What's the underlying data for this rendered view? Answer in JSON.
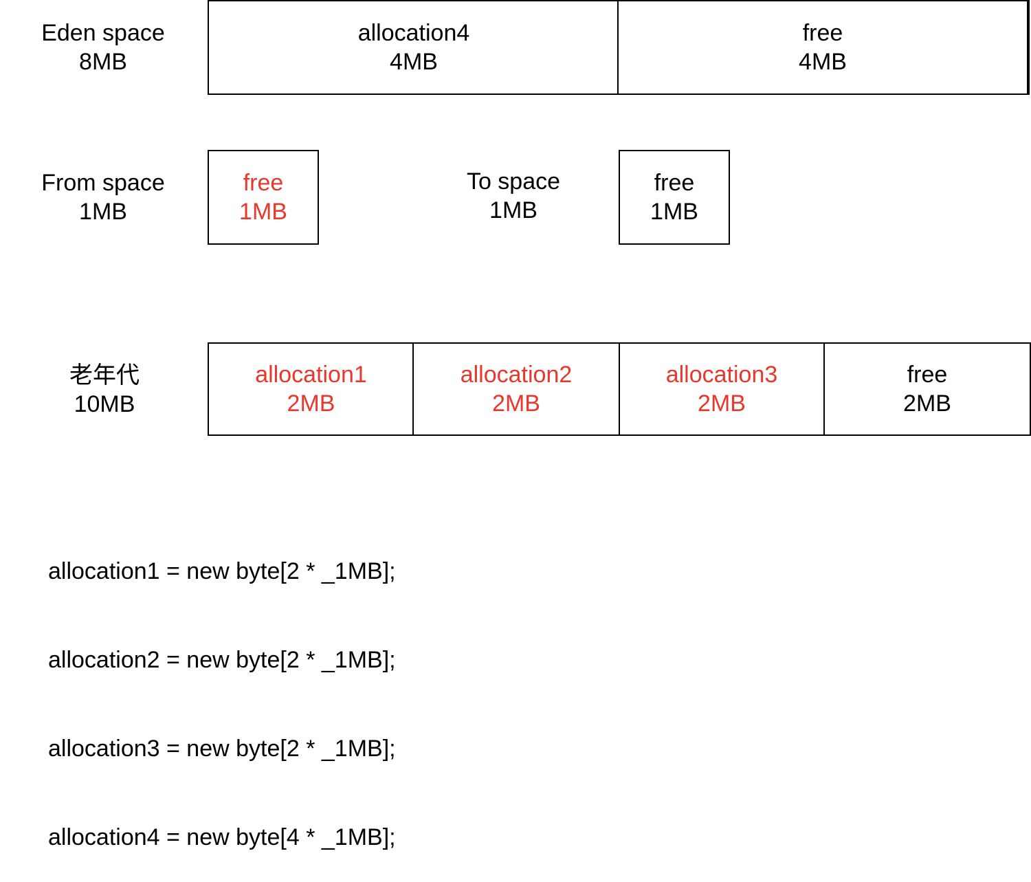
{
  "colors": {
    "highlight": "#e8382c",
    "normal": "#000000",
    "border": "#000000"
  },
  "eden": {
    "title": "Eden space",
    "size": "8MB",
    "blocks": [
      {
        "name": "allocation4",
        "size": "4MB",
        "highlight": false
      },
      {
        "name": "free",
        "size": "4MB",
        "highlight": false
      }
    ]
  },
  "from_space": {
    "title": "From space",
    "size": "1MB",
    "block": {
      "name": "free",
      "size": "1MB",
      "highlight": true
    }
  },
  "to_space": {
    "title": "To space",
    "size": "1MB",
    "block": {
      "name": "free",
      "size": "1MB",
      "highlight": false
    }
  },
  "old_gen": {
    "title": "老年代",
    "size": "10MB",
    "blocks": [
      {
        "name": "allocation1",
        "size": "2MB",
        "highlight": true
      },
      {
        "name": "allocation2",
        "size": "2MB",
        "highlight": true
      },
      {
        "name": "allocation3",
        "size": "2MB",
        "highlight": true
      },
      {
        "name": "free",
        "size": "2MB",
        "highlight": false
      }
    ]
  },
  "code_lines": [
    "allocation1 = new byte[2 * _1MB];",
    "allocation2 = new byte[2 * _1MB];",
    "allocation3 = new byte[2 * _1MB];",
    "allocation4 = new byte[4 * _1MB];"
  ]
}
